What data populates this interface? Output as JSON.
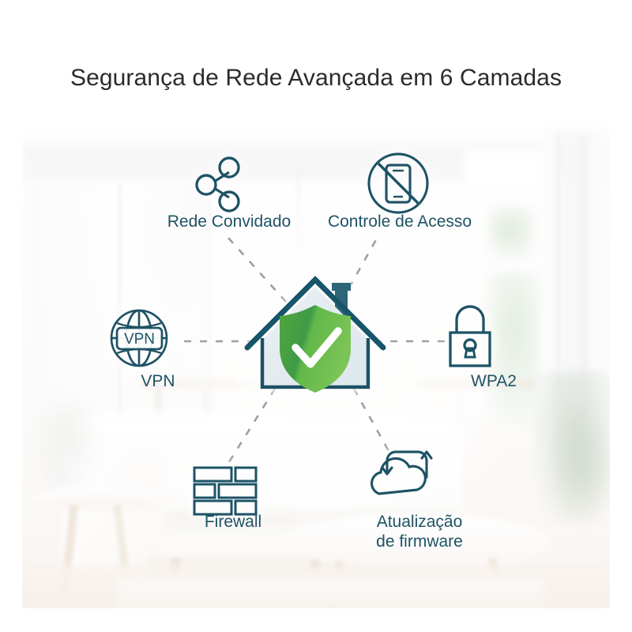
{
  "title": "Segurança de Rede Avançada em 6 Camadas",
  "theme": {
    "accent_teal": "#1f5366",
    "outline_teal": "#1d5166",
    "shield_green_dark": "#3f9a45",
    "shield_green_light": "#6cbe4a",
    "house_fill": "#e6edf0",
    "dashed_line": "#9aa0a3",
    "title_color": "#2b2b2b",
    "background": "#ffffff"
  },
  "center": {
    "name": "house-shield",
    "icon": "house-with-shield-check-icon",
    "description": "Casa com escudo de verificação"
  },
  "nodes": [
    {
      "id": "guest-network",
      "label": "Rede Convidado",
      "icon": "share-nodes-icon",
      "position": "top-left"
    },
    {
      "id": "access-control",
      "label": "Controle de Acesso",
      "icon": "no-phone-icon",
      "position": "top-right"
    },
    {
      "id": "vpn",
      "label": "VPN",
      "icon": "globe-vpn-icon",
      "icon_text": "VPN",
      "position": "left"
    },
    {
      "id": "wpa2",
      "label": "WPA2",
      "icon": "padlock-icon",
      "position": "right"
    },
    {
      "id": "firewall",
      "label": "Firewall",
      "icon": "brick-wall-icon",
      "position": "bottom-left"
    },
    {
      "id": "firmware-update",
      "label": "Atualização\nde firmware",
      "icon": "cloud-sync-icon",
      "position": "bottom-right"
    }
  ],
  "background_photo": {
    "scene": "living-room",
    "alt": "Sala de estar clara e desfocada"
  }
}
